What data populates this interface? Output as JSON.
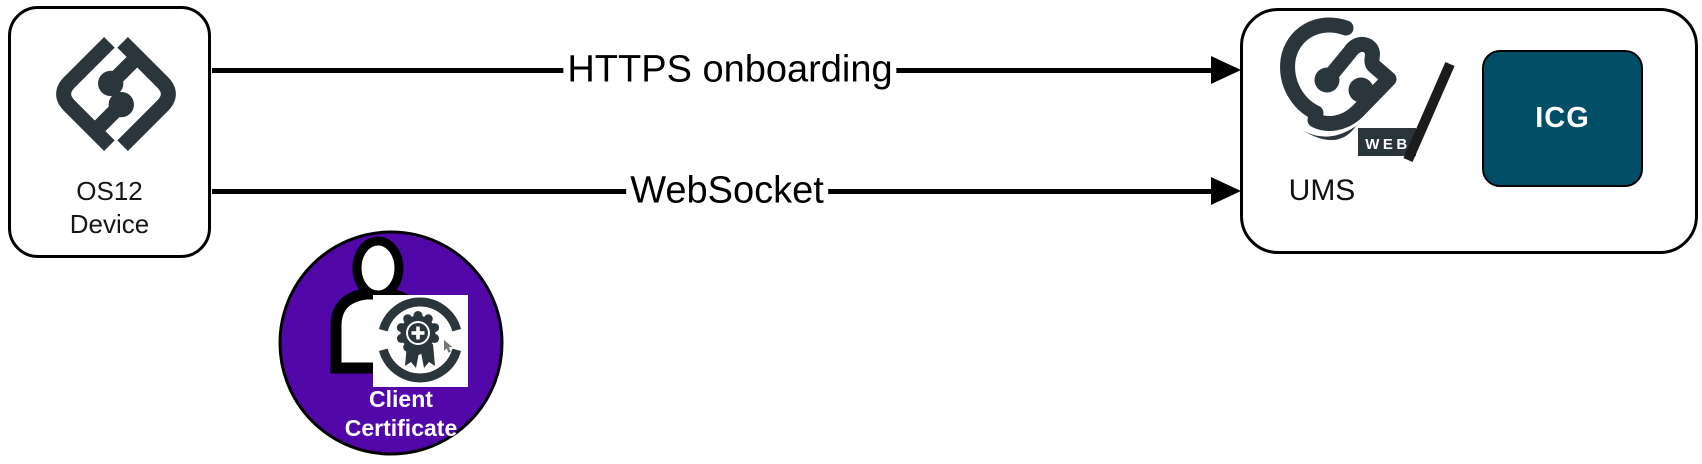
{
  "diagram": {
    "nodes": {
      "device": {
        "label_lines": [
          "OS12",
          "Device"
        ]
      },
      "ums": {
        "label": "UMS",
        "logo_badge": "WEB",
        "separator": "/",
        "icg_label": "ICG"
      },
      "client_certificate": {
        "label_lines": [
          "Client",
          "Certificate"
        ]
      }
    },
    "connections": [
      {
        "from": "device",
        "to": "ums",
        "label": "HTTPS onboarding"
      },
      {
        "from": "device",
        "to": "ums",
        "label": "WebSocket"
      }
    ],
    "icons": {
      "device_logo": "igel-os-logo",
      "ums_logo": "igel-ums-web-logo",
      "client_certificate": "person-certificate-badge",
      "cursor": "mouse-pointer"
    },
    "colors": {
      "logo_dark": "#2b353c",
      "icg_fill": "#014e67",
      "certificate_purple": "#5208a8",
      "line_black": "#000000",
      "text_white": "#ffffff"
    }
  }
}
